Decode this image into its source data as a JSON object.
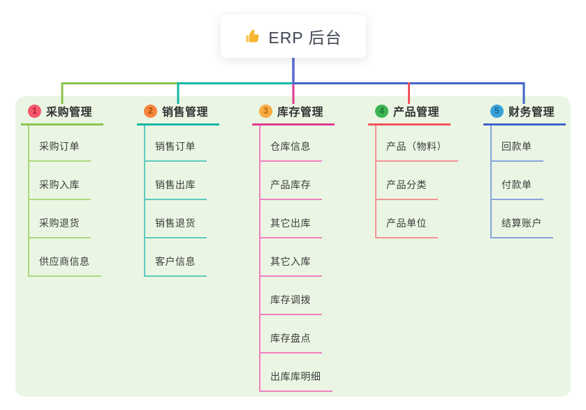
{
  "root": {
    "label": "ERP 后台",
    "icon": "thumbs-up-icon"
  },
  "connector_colors": {
    "root_drop": "#5a68d2"
  },
  "panel_bg": "#eaf6e3",
  "branches": [
    {
      "badge": "1",
      "label": "采购管理",
      "colors": {
        "main": "#8ac34d",
        "light": "#abd77f",
        "badge_bg": "#f4586c",
        "badge_text": "#b91c3c"
      },
      "children": [
        "采购订单",
        "采购入库",
        "采购退货",
        "供应商信息"
      ]
    },
    {
      "badge": "2",
      "label": "销售管理",
      "colors": {
        "main": "#12b5a5",
        "light": "#5fcabe",
        "badge_bg": "#f8853e",
        "badge_text": "#ad4e0e"
      },
      "children": [
        "销售订单",
        "销售出库",
        "销售退货",
        "客户信息"
      ]
    },
    {
      "badge": "3",
      "label": "库存管理",
      "colors": {
        "main": "#e03a93",
        "light": "#f07fc0",
        "badge_bg": "#f9ab41",
        "badge_text": "#b8700f"
      },
      "children": [
        "仓库信息",
        "产品库存",
        "其它出库",
        "其它入库",
        "库存调拨",
        "库存盘点",
        "出库库明细"
      ]
    },
    {
      "badge": "4",
      "label": "产品管理",
      "colors": {
        "main": "#f5535d",
        "light": "#f59296",
        "badge_bg": "#3cb452",
        "badge_text": "#1f7a35"
      },
      "children": [
        "产品（物料）",
        "产品分类",
        "产品单位"
      ]
    },
    {
      "badge": "5",
      "label": "财务管理",
      "colors": {
        "main": "#3f63c9",
        "light": "#88a3dd",
        "badge_bg": "#38a1d8",
        "badge_text": "#1668a0"
      },
      "children": [
        "回款单",
        "付款单",
        "结算账户"
      ]
    }
  ]
}
